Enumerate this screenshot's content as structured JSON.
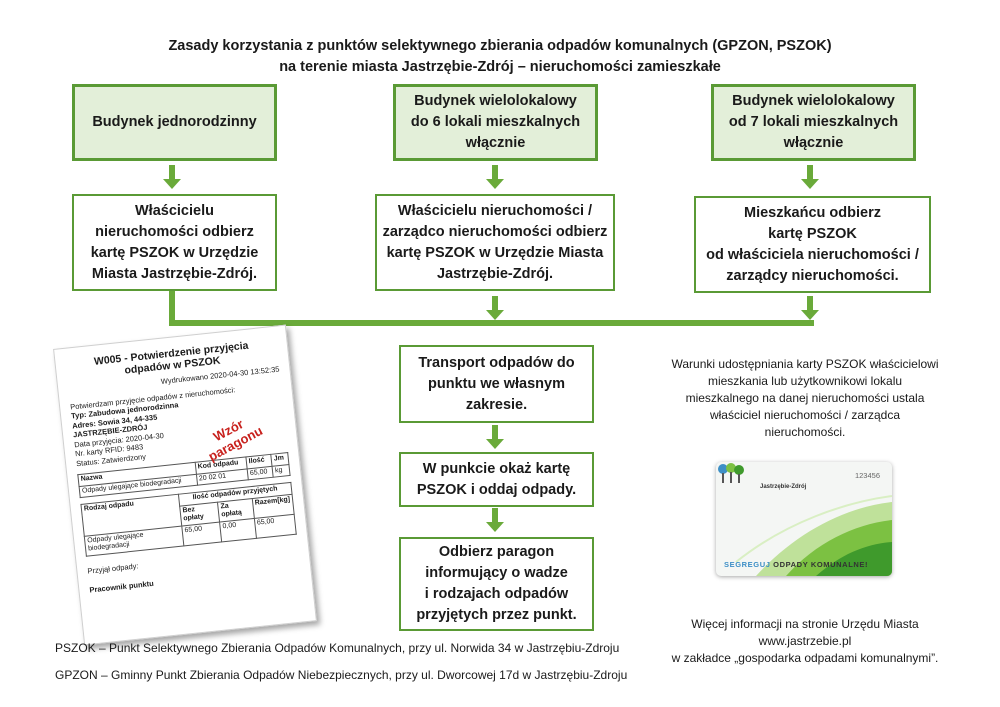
{
  "title": {
    "line1": "Zasady korzystania z punktów selektywnego zbierania odpadów komunalnych (GPZON, PSZOK)",
    "line2": "na terenie miasta Jastrzębie-Zdrój – nieruchomości zamieszkałe"
  },
  "columns": [
    {
      "header": [
        "Budynek jednorodzinny"
      ],
      "step": [
        "Właścicielu",
        "nieruchomości odbierz",
        "kartę PSZOK w Urzędzie",
        "Miasta Jastrzębie-Zdrój."
      ]
    },
    {
      "header": [
        "Budynek wielolokalowy",
        "do 6 lokali mieszkalnych",
        "włącznie"
      ],
      "step": [
        "Właścicielu nieruchomości /",
        "zarządco nieruchomości odbierz",
        "kartę PSZOK w Urzędzie Miasta",
        "Jastrzębie-Zdrój."
      ]
    },
    {
      "header": [
        "Budynek wielolokalowy",
        "od 7 lokali mieszkalnych",
        "włącznie"
      ],
      "step": [
        "Mieszkańcu odbierz",
        "kartę PSZOK",
        "od właściciela nieruchomości /",
        "zarządcy nieruchomości."
      ]
    }
  ],
  "flow": [
    [
      "Transport odpadów do",
      "punktu we własnym",
      "zakresie."
    ],
    [
      "W punkcie okaż kartę",
      "PSZOK i oddaj odpady."
    ],
    [
      "Odbierz paragon",
      "informujący o wadze",
      "i rodzajach odpadów",
      "przyjętych przez punkt."
    ]
  ],
  "note_conditions": [
    "Warunki udostępniania karty PSZOK właścicielowi",
    "mieszkania lub użytkownikowi lokalu",
    "mieszkalnego na danej nieruchomości ustala",
    "właściciel nieruchomości / zarządca",
    "nieruchomości."
  ],
  "note_info": [
    "Więcej informacji na stronie Urzędu Miasta",
    "www.jastrzebie.pl",
    "w zakładce „gospodarka odpadami komunalnymi”."
  ],
  "footnotes": [
    "PSZOK – Punkt Selektywnego Zbierania Odpadów Komunalnych, przy ul. Norwida 34 w Jastrzębiu-Zdroju",
    "GPZON – Gminny Punkt Zbierania Odpadów Niebezpiecznych, przy ul. Dworcowej 17d w Jastrzębiu-Zdroju"
  ],
  "receipt": {
    "title": [
      "W005 - Potwierdzenie przyjęcia",
      "odpadów w PSZOK"
    ],
    "printed": "Wydrukowano 2020-04-30   13:52:35",
    "lines": [
      "Potwierdzam przyjęcie odpadów z nieruchomości:",
      "Typ: Zabudowa jednorodzinna",
      "Adres: Sowia 34, 44-335",
      "JASTRZĘBIE-ZDRÓJ",
      "Data przyjęcia: 2020-04-30",
      "Nr. karty RFID: 9483",
      "Status: Zatwierdzony"
    ],
    "stamp": [
      "Wzór",
      "paragonu"
    ],
    "table1": {
      "headers": [
        "Nazwa",
        "Kod odpadu",
        "Ilość",
        "Jm"
      ],
      "row": [
        "Odpady ulegające biodegradacji",
        "20 02 01",
        "65,00",
        "kg"
      ]
    },
    "table2": {
      "group_header": "Ilość odpadów przyjętych",
      "headers": [
        "Rodzaj odpadu",
        "Bez opłaty",
        "Za opłatą",
        "Razem[kg]"
      ],
      "row": [
        "Odpady ulegające biodegradacji",
        "65,00",
        "0,00",
        "65,00"
      ]
    },
    "accepted": "Przyjął odpady:",
    "worker": "Pracownik punktu"
  },
  "card": {
    "number": "123456",
    "brand": "Jastrzębie-Zdrój",
    "slogan_part1": "SEGREGUJ",
    "slogan_part2": " ODPADY KOMUNALNE!"
  },
  "colors": {
    "green_border": "#5a9a35",
    "green_fill": "#e3efd9",
    "arrow": "#6aaa3a",
    "stamp_red": "#c8211d"
  }
}
